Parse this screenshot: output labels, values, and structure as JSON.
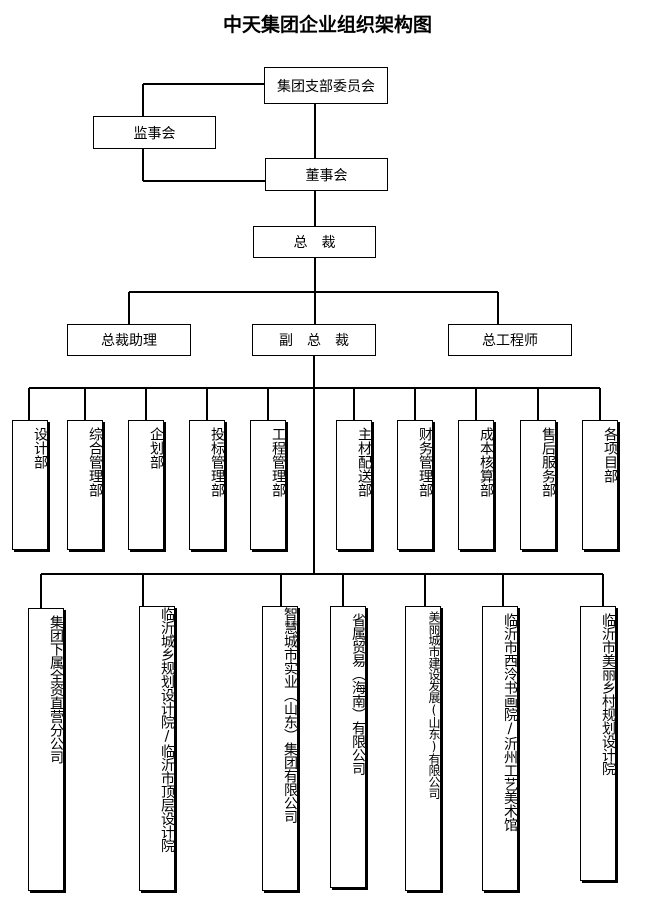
{
  "title": "中天集团企业组织架构图",
  "top": {
    "party_committee": "集团支部委员会",
    "supervisory_board": "监事会",
    "board_of_directors": "董事会",
    "president": "总　裁"
  },
  "second_level": {
    "assistant_president": "总裁助理",
    "vice_president": "副　总　裁",
    "chief_engineer": "总工程师"
  },
  "departments": [
    "设计部",
    "综合管理部",
    "企划部",
    "投标管理部",
    "工程管理部",
    "主材配送部",
    "财务管理部",
    "成本核算部",
    "售后服务部",
    "各项目部"
  ],
  "subsidiaries": [
    "集团下属全资直营分公司",
    "临沂城乡规划设计院/临沂市顶层设计院",
    "智慧城市实业（山东）集团有限公司",
    "省属贸易（海南）有限公司",
    "美丽城市建设发展(山东)有限公司",
    "临沂市西泠书画院/沂州工艺美术馆",
    "临沂市美丽乡村规划设计院"
  ]
}
